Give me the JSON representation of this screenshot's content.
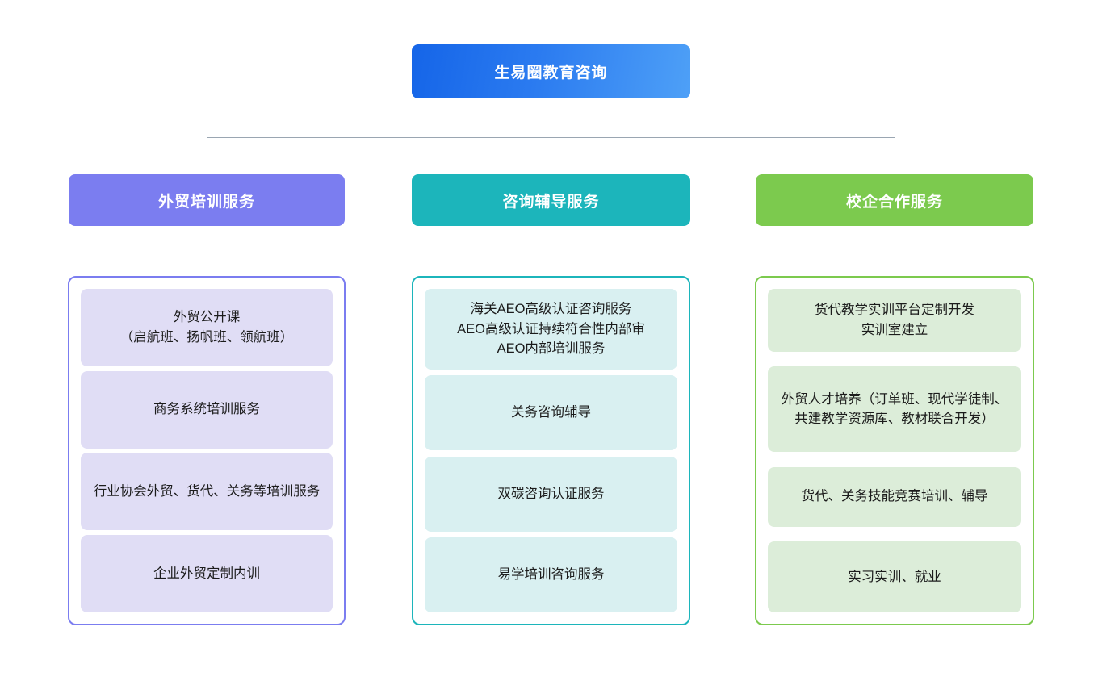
{
  "diagram": {
    "type": "organization-chart",
    "root": {
      "label": "生易圈教育咨询",
      "color": "#2b7bf0"
    },
    "columns": [
      {
        "header": "外贸培训服务",
        "color": "#7b7df0",
        "card_color": "#e0ddf5",
        "items": [
          "外贸公开课\n（启航班、扬帆班、领航班）",
          "商务系统培训服务",
          "行业协会外贸、货代、关务等培训服务",
          "企业外贸定制内训"
        ]
      },
      {
        "header": "咨询辅导服务",
        "color": "#1cb5bb",
        "card_color": "#d9f0f1",
        "items": [
          "海关AEO高级认证咨询服务\nAEO高级认证持续符合性内部审\nAEO内部培训服务",
          "关务咨询辅导",
          "双碳咨询认证服务",
          "易学培训咨询服务"
        ]
      },
      {
        "header": "校企合作服务",
        "color": "#7cca4e",
        "card_color": "#dcedd9",
        "items": [
          "货代教学实训平台定制开发\n实训室建立",
          "外贸人才培养（订单班、现代学徒制、共建教学资源库、教材联合开发）",
          "货代、关务技能竞赛培训、辅导",
          "实习实训、就业"
        ]
      }
    ],
    "connector_color": "#9aa6b2"
  }
}
